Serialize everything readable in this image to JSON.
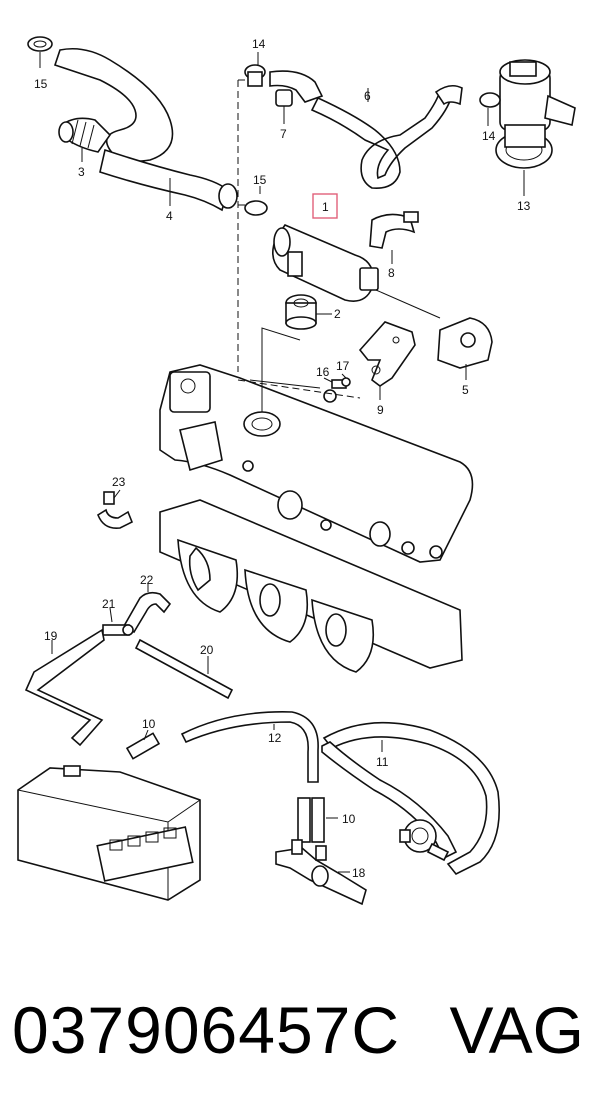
{
  "labels": {
    "c1": "1",
    "c2": "2",
    "c3": "3",
    "c4": "4",
    "c5": "5",
    "c6": "6",
    "c7": "7",
    "c8": "8",
    "c9": "9",
    "c10a": "10",
    "c10b": "10",
    "c11": "11",
    "c12": "12",
    "c13": "13",
    "c14a": "14",
    "c14b": "14",
    "c15a": "15",
    "c15b": "15",
    "c16": "16",
    "c17": "17",
    "c18": "18",
    "c19": "19",
    "c20": "20",
    "c21": "21",
    "c22": "22",
    "c23": "23"
  },
  "highlight_color": "#e0607a",
  "footer": {
    "part_number": "037906457C",
    "brand": "VAG"
  }
}
